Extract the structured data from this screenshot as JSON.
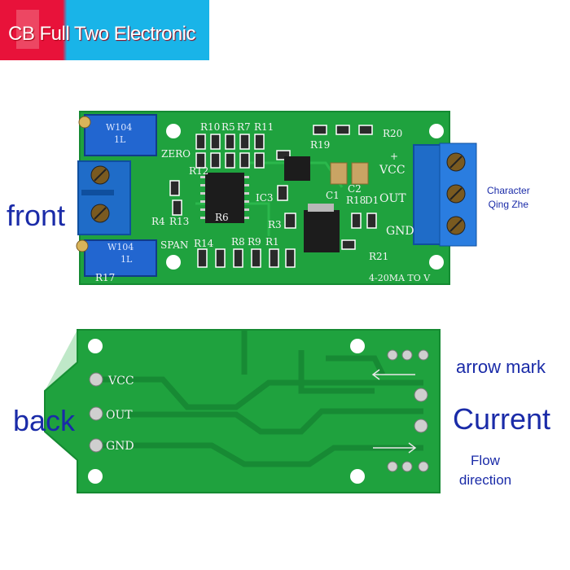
{
  "banner": {
    "text": "CB Full Two Electronic",
    "colors": {
      "left": "#e8123a",
      "right": "#19b4e8"
    }
  },
  "labels": {
    "front": "front",
    "back": "back",
    "character_line1": "Character",
    "character_line2": "Qing Zhe",
    "arrow_mark": "arrow mark",
    "current": "Current",
    "flow_line1": "Flow",
    "flow_line2": "direction"
  },
  "front_board": {
    "silkscreen": {
      "r10": "R10",
      "r5": "R5",
      "r7": "R7",
      "r11": "R11",
      "r20": "R20",
      "r19": "R19",
      "zero": "ZERO",
      "r12": "R12",
      "ic3": "IC3",
      "c1": "C1",
      "c2": "C2",
      "r18": "R18",
      "d1": "D1",
      "vcc": "VCC",
      "plus": "+",
      "out": "OUT",
      "gnd": "GND",
      "r4": "R4",
      "r13": "R13",
      "r6": "R6",
      "r3": "R3",
      "span": "SPAN",
      "r14": "R14",
      "r8": "R8",
      "r9": "R9",
      "r1": "R1",
      "r21": "R21",
      "r17": "R17",
      "pot_top": "W104",
      "pot_bottom": "W104",
      "pot_sub": "1L",
      "pot_sub2": "1L",
      "title": "4-20MA TO V"
    }
  },
  "back_board": {
    "silkscreen": {
      "vcc": "VCC",
      "out": "OUT",
      "gnd": "GND"
    }
  },
  "colors": {
    "pcb": "#1f9e3c",
    "pcb_dark": "#14802c",
    "terminal": "#1f6cc8",
    "text": "#1a2ba8"
  }
}
